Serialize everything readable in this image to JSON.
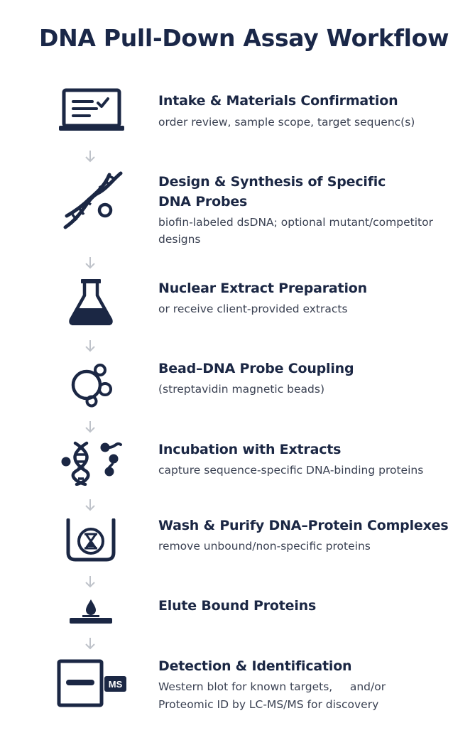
{
  "title": "DNA Pull-Down Assay Workflow",
  "steps": [
    {
      "title": "Intake & Materials Confirmation",
      "desc": "order review, sample scope, target sequenc(s)",
      "icon": "laptop-checklist-icon"
    },
    {
      "title": "Design & Synthesis of Specific DNA Probes",
      "title_line1": "Design & Synthesis of Specific",
      "title_line2": "DNA Probes",
      "desc": "biofin-labeled dsDNA; optional mutant/competitor designs",
      "desc_line1": "biofin-labeled dsDNA; optional mutant/competitor",
      "desc_line2": "designs",
      "icon": "dna-helix-icon"
    },
    {
      "title": "Nuclear Extract Preparation",
      "desc": "or receive client-provided extracts",
      "icon": "flask-icon"
    },
    {
      "title": "Bead–DNA Probe Coupling",
      "desc": "(streptavidin magnetic beads)",
      "icon": "beads-icon"
    },
    {
      "title": "Incubation with Extracts",
      "desc": "capture sequence-specific DNA-binding proteins",
      "icon": "dna-protein-icon"
    },
    {
      "title": "Wash & Purify DNA–Protein Complexes",
      "desc": "remove unbound/non-specific proteins",
      "icon": "wash-beaker-icon"
    },
    {
      "title": "Elute Bound Proteins",
      "desc": "",
      "icon": "elution-drop-icon"
    },
    {
      "title": "Detection & Identification",
      "desc": "Western blot for known targets, and/or Proteomic ID by LC-MS/MS for discovery",
      "desc_line1": "Western blot for known targets,     and/or",
      "desc_line2": "Proteomic ID by LC-MS/MS for discovery",
      "icon": "blot-ms-icon",
      "badge": "MS"
    }
  ],
  "colors": {
    "primary": "#1b2744",
    "text": "#3a4152",
    "arrow": "#bfc3ca"
  }
}
